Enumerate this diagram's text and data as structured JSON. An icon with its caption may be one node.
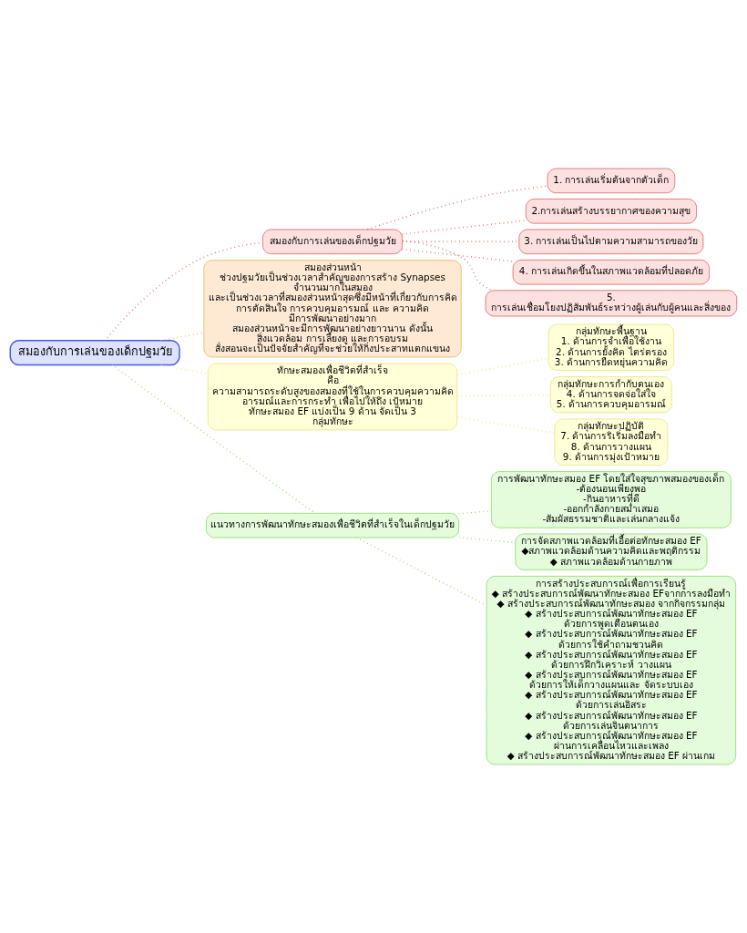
{
  "diagram": {
    "nodes": [
      {
        "text": [
          "สมองกับการเล่นของเด็กปฐมวัย"
        ]
      },
      {
        "text": [
          "สมองกับการเล่นของเด็กปฐมวัย"
        ]
      },
      {
        "text": [
          "1. การเล่นเริ่มต้นจากตัวเด็ก"
        ]
      },
      {
        "text": [
          "2.การเล่นสร้างบรรยากาศของความสุข"
        ]
      },
      {
        "text": [
          "3. การเล่นเป็นไปตามความสามารถของวัย"
        ]
      },
      {
        "text": [
          "4. การเล่นเกิดขึ้นในสภาพแวดล้อมที่ปลอดภัย"
        ]
      },
      {
        "text": [
          "5. การเล่นเชื่อมโยงปฏิสัมพันธ์ระหว่างผู้เล่นกับผู้คนและสิ่งของ"
        ]
      },
      {
        "text": [
          "สมองส่วนหน้า",
          "ช่วงปฐมวัยเป็นช่วงเวลาสำคัญของการสร้าง Synapses จำนวนมากในสมอง และเป็นช่วงเวลาที่สมองส่วนหน้าสุดซึ่งมีหน้าที่เกี่ยวกับการคิด การตัดสินใจ การควบคุมอารมณ์ และ ความคิด มีการพัฒนาอย่างมาก สมองส่วนหน้าจะมีการพัฒนาอย่างยาวนาน ดังนั้น สิ่งแวดล้อม การเลี้ยงดู และการอบรม สั่งสอนจะเป็นปัจจัยสำคัญที่จะช่วยให้กิ่งประสาทแตกแขนง"
        ]
      },
      {
        "text": [
          "ทักษะสมองเพื่อชีวิตที่สำเร็จ",
          "คือ ความสามารถระดับสูงของสมองที่ใช้ในการควบคุมความคิด อารมณ์และการกระทำ เพื่อไปให้ถึง เป้หมาย ทักษะสมอง EF แบ่งเป็น 9 ด้าน จัดเป็น 3 กลุ่มทักษะ"
        ]
      },
      {
        "text": [
          "กลุ่มทักษะพื้นฐาน",
          "1. ด้านการจำเพื่อใช้งาน",
          "2. ด้านการยั้งคิด ไตร่ตรอง",
          "3. ด้านการยืดหยุ่นความคิด"
        ]
      },
      {
        "text": [
          "กลุ่มทักษะการกำกับตนเอง",
          "4. ด้านการจดจ่อใส่ใจ",
          "5. ด้านการควบคุมอารมณ์"
        ]
      },
      {
        "text": [
          "กลุ่มทักษะปฏิบัติ",
          "7. ด้านการริเริ่มลงมือทำ",
          "8. ด้านการวางแผน",
          "9. ด้านการมุ่งเป้าหมาย"
        ]
      },
      {
        "text": [
          "แนวทางการพัฒนาทักษะสมองเพื่อชีวิตที่สำเร็จในเด็กปฐมวัย"
        ]
      },
      {
        "text": [
          "การพัฒนาทักษะสมอง EF โดยใส่ใจสุขภาพสมองของเด็ก",
          "-ต้องนอนเพียงพอ",
          "-กินอาหารที่ดี",
          "-ออกกำลังกายสม่ำเสมอ",
          "-สัมผัสธรรมชาติและเล่นกลางแจ้ง"
        ]
      },
      {
        "text": [
          "การจัดสภาพแวดล้อมที่เอื้อต่อทักษะสมอง EF",
          "◆สภาพแวดล้อมด้านความคิดและพฤติกรรม",
          "◆ สภาพแวดล้อมด้านกายภาพ"
        ]
      },
      {
        "text": [
          "การสร้างประสบการณ์เพื่อการเรียนรู้",
          "◆ สร้างประสบการณ์พัฒนาทักษะสมอง EFจากการลงมือทำ",
          "◆ สร้างประสบการณ์พัฒนาทักษะสมอง จากกิจกรรมกลุ่ม",
          "◆ สร้างประสบการณ์พัฒนาทักษะสมอง EF ด้วยการพูดเตือนตนเอง",
          "◆ สร้างประสบการณ์พัฒนาทักษะสมอง EF ด้วยการใช้คำถามชวนคิด",
          "◆ สร้างประสบการณ์พัฒนาทักษะสมอง EF ด้วยการฝึกวิเคราะห์ วางแผน",
          "◆ สร้างประสบการณ์พัฒนาทักษะสมอง EF ด้วยการให้เด็กวางแผนและ จัดระบบเอง",
          "◆ สร้างประสบการณ์พัฒนาทักษะสมอง EF ด้วยการเล่นอิสระ",
          "◆ สร้างประสบการณ์พัฒนาทักษะสมอง EF ด้วยการเล่นจินตนาการ",
          "◆ สร้างประสบการณ์พัฒนาทักษะสมอง EF ผ่านการเคลื่อนไหวและเพลง",
          "◆ สร้างประสบการณ์พัฒนาทักษะสมอง EF ผ่านเกม"
        ]
      }
    ],
    "edges": [
      {
        "from": 0,
        "to": 1,
        "arrow": "none",
        "color": "#d9534f"
      },
      {
        "from": 1,
        "to": 2,
        "arrow": "none",
        "color": "#d9534f"
      },
      {
        "from": 1,
        "to": 3,
        "arrow": "none",
        "color": "#d9534f"
      },
      {
        "from": 1,
        "to": 4,
        "arrow": "none",
        "color": "#d9534f"
      },
      {
        "from": 1,
        "to": 5,
        "arrow": "none",
        "color": "#d9534f"
      },
      {
        "from": 1,
        "to": 6,
        "arrow": "none",
        "color": "#d9534f"
      },
      {
        "from": 0,
        "to": 7,
        "arrow": "none",
        "color": "#e8b04a"
      },
      {
        "from": 0,
        "to": 8,
        "arrow": "none",
        "color": "#f0e060"
      },
      {
        "from": 8,
        "to": 9,
        "arrow": "none",
        "color": "#f0e060"
      },
      {
        "from": 8,
        "to": 10,
        "arrow": "none",
        "color": "#f0e060"
      },
      {
        "from": 8,
        "to": 11,
        "arrow": "none",
        "color": "#f0e060"
      },
      {
        "from": 0,
        "to": 12,
        "arrow": "none",
        "color": "#7ed957"
      },
      {
        "from": 12,
        "to": 13,
        "arrow": "none",
        "color": "#7ed957"
      },
      {
        "from": 12,
        "to": 14,
        "arrow": "none",
        "color": "#7ed957"
      },
      {
        "from": 12,
        "to": 15,
        "arrow": "none",
        "color": "#7ed957"
      }
    ]
  }
}
